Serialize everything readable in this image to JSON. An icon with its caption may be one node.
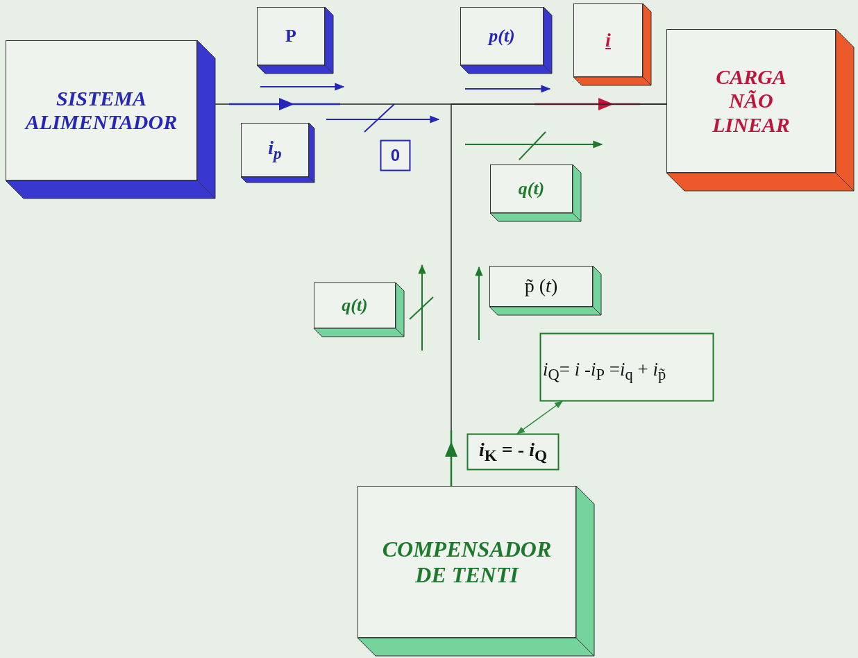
{
  "diagram": {
    "nodes": [
      {
        "text": [
          "SISTEMA ALIMENTADOR"
        ]
      },
      {
        "text": [
          "P"
        ]
      },
      {
        "text": [
          "p(t)"
        ]
      },
      {
        "text": [
          "i"
        ]
      },
      {
        "text": [
          "CARGA NÃO LINEAR"
        ]
      },
      {
        "text": [
          "*i*$_{p}$"
        ]
      },
      {
        "text": [
          "0"
        ]
      },
      {
        "text": [
          "q(t)"
        ]
      },
      {
        "text": [
          "q(t)"
        ]
      },
      {
        "text": [
          "p̃ (*t*)"
        ]
      },
      {
        "text": [
          "*i*$_{Q}$= *i* -*i*$_{P}$ =*i*$_{q}$ + *i*$_{p̃}$"
        ]
      },
      {
        "text": [
          "*i*$_{K}$ = - *i*$_{Q}$"
        ]
      },
      {
        "text": [
          "COMPENSADOR DE TENTI"
        ]
      }
    ],
    "edges": [
      {
        "from": 0,
        "to": 4,
        "arrow": "to"
      },
      {
        "from": 12,
        "to": 4,
        "arrow": "to"
      },
      {
        "from": 10,
        "to": 11,
        "arrow": "both",
        "color": "#2e8b3c"
      }
    ]
  }
}
